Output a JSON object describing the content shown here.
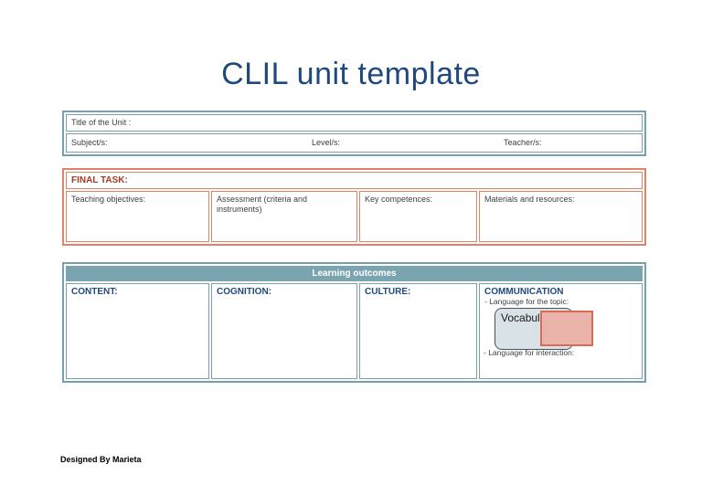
{
  "page": {
    "title": "CLIL unit template",
    "footer": "Designed By Marieta"
  },
  "unit_info": {
    "title_label": "Title of the Unit :",
    "subject_label": "Subject/s:",
    "level_label": "Level/s:",
    "teacher_label": "Teacher/s:"
  },
  "final_task": {
    "header": "FINAL TASK:",
    "columns": [
      "Teaching objectives:",
      "Assessment (criteria and instruments)",
      "Key competences:",
      "Materials and resources:"
    ]
  },
  "learning_outcomes": {
    "header": "Learning outcomes",
    "columns": [
      "CONTENT:",
      "COGNITION:",
      "CULTURE:",
      "COMMUNICATION"
    ],
    "communication": {
      "topic_label": "- Language for the topic:",
      "vocabulary_box_text": "Vocabulary",
      "interaction_label": "- Language for interaction:"
    }
  },
  "colors": {
    "title_blue": "#1F497D",
    "teal_border": "#76A0AE",
    "teal_header_bg": "#7BA4B1",
    "coral_border": "#DE8268",
    "final_task_red": "#A33A23",
    "column_header_blue": "#1F497D",
    "body_text": "#404040",
    "vocab_box_fill": "#D9E2E7",
    "vocab_box_border": "#44545E",
    "pink_box_fill": "#EAB4AB",
    "pink_box_border": "#D96B55"
  }
}
